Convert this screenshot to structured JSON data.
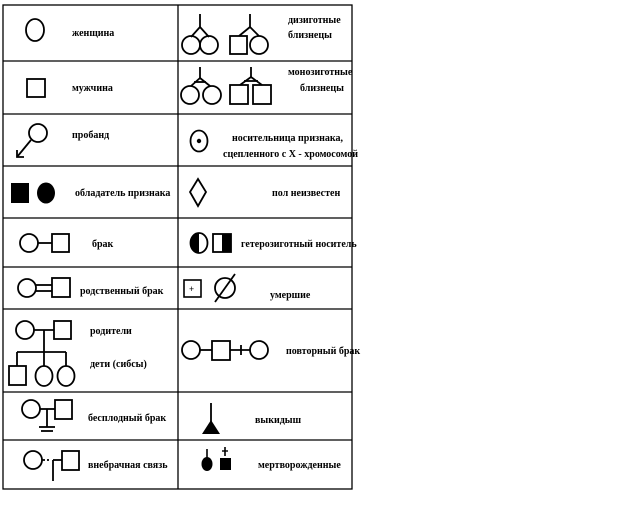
{
  "legend": {
    "left": [
      {
        "id": "female",
        "label": "женщина"
      },
      {
        "id": "male",
        "label": "мужчина"
      },
      {
        "id": "proband",
        "label": "пробанд"
      },
      {
        "id": "affected",
        "label": "обладатель признака"
      },
      {
        "id": "marriage",
        "label": "брак"
      },
      {
        "id": "consanguineous-marriage",
        "label": "родственный брак"
      },
      {
        "id": "parents-children",
        "label": "родители",
        "label2": "дети (сибсы)"
      },
      {
        "id": "infertile-marriage",
        "label": "бесплодный брак"
      },
      {
        "id": "extramarital-relation",
        "label": "внебрачная связь"
      }
    ],
    "right": [
      {
        "id": "dizygotic-twins",
        "label": "дизиготные",
        "label2": "близнецы"
      },
      {
        "id": "monozygotic-twins",
        "label": "монозиготные",
        "label2": "близнецы"
      },
      {
        "id": "x-linked-carrier",
        "label": "носительница признака,",
        "label2": "сцепленного с X - хромосомой"
      },
      {
        "id": "sex-unknown",
        "label": "пол неизвестен"
      },
      {
        "id": "heterozygous-carrier",
        "label": "гетерозиготный носитель"
      },
      {
        "id": "deceased",
        "label": "умершие"
      },
      {
        "id": "remarriage",
        "label": "повторный брак"
      },
      {
        "id": "miscarriage",
        "label": "выкидыш"
      },
      {
        "id": "stillborn",
        "label": "мертворожденные"
      }
    ],
    "deceased_mark": "+"
  }
}
